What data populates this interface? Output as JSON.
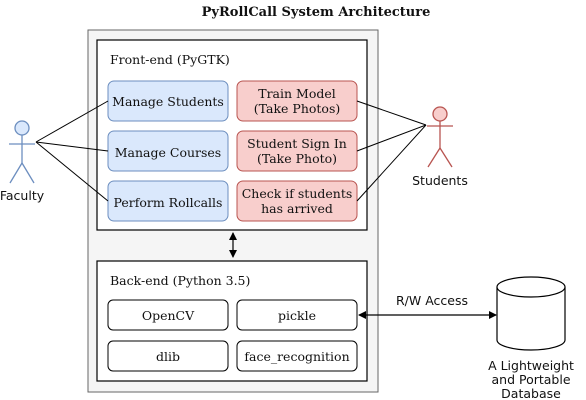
{
  "title": "PyRollCall System Architecture",
  "frontend": {
    "label": "Front-end (PyGTK)",
    "blue_boxes": [
      "Manage Students",
      "Manage Courses",
      "Perform Rollcalls"
    ],
    "red_boxes": [
      [
        "Train Model",
        "(Take Photos)"
      ],
      [
        "Student Sign In",
        "(Take Photo)"
      ],
      [
        "Check if students",
        "has arrived"
      ]
    ]
  },
  "backend": {
    "label": "Back-end (Python 3.5)",
    "libs": [
      "OpenCV",
      "pickle",
      "dlib",
      "face_recognition"
    ]
  },
  "actors": {
    "faculty": "Faculty",
    "students": "Students"
  },
  "database": {
    "lines": [
      "A Lightweight",
      "and Portable",
      "Database"
    ]
  },
  "connector": {
    "rw_label": "R/W Access"
  },
  "colors": {
    "blue_fill": "#dae8fc",
    "blue_stroke": "#6c8ebf",
    "red_fill": "#f8cecc",
    "red_stroke": "#b85450",
    "container_fill": "#f5f5f5",
    "container_stroke": "#666666"
  }
}
